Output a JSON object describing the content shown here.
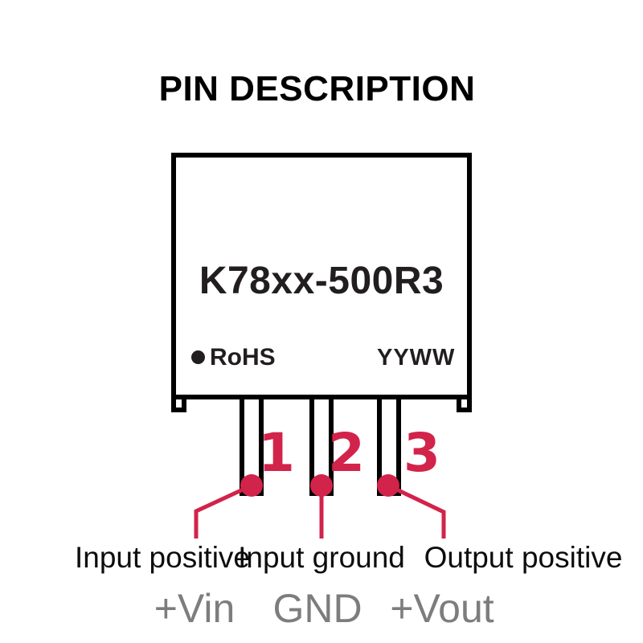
{
  "title": "PIN DESCRIPTION",
  "component": {
    "part_number": "K78xx-500R3",
    "rohs_label": "RoHS",
    "date_code": "YYWW"
  },
  "pins": [
    {
      "number": "1",
      "description": "Input positive",
      "signal": "+Vin"
    },
    {
      "number": "2",
      "description": "Input ground",
      "signal": "GND"
    },
    {
      "number": "3",
      "description": "Output positive",
      "signal": "+Vout"
    }
  ],
  "colors": {
    "accent_red": "#d2234a",
    "line_black": "#000000",
    "signal_gray": "#7d7d7d"
  }
}
